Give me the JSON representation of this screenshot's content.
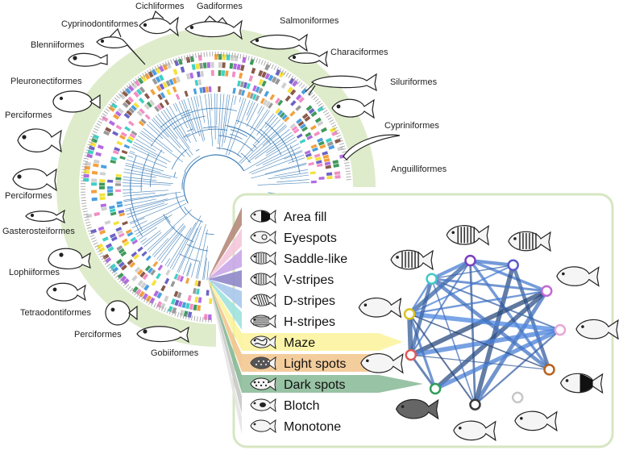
{
  "orders": [
    "Cichliformes",
    "Gadiformes",
    "Salmoniformes",
    "Cyprinodontiformes",
    "Blenniiformes",
    "Characiformes",
    "Pleuronectiformes",
    "Siluriformes",
    "Perciformes",
    "Cypriniformes",
    "Anguilliformes",
    "Perciformes",
    "Gasterosteiformes",
    "Lophiiformes",
    "Tetraodontiformes",
    "Perciformes",
    "Gobiiformes"
  ],
  "patterns": [
    {
      "label": "Area fill",
      "color": "#b58a7a"
    },
    {
      "label": "Eyespots",
      "color": "#f4c6dc"
    },
    {
      "label": "Saddle-like",
      "color": "#c9a6e8"
    },
    {
      "label": "V-stripes",
      "color": "#8f88c9"
    },
    {
      "label": "D-stripes",
      "color": "#a9c8ec"
    },
    {
      "label": "H-stripes",
      "color": "#9fe2dd"
    },
    {
      "label": "Maze",
      "color": "#fbf39a"
    },
    {
      "label": "Light spots",
      "color": "#f2c48c"
    },
    {
      "label": "Dark spots",
      "color": "#86b894"
    },
    {
      "label": "Blotch",
      "color": "#c8c8c8"
    },
    {
      "label": "Monotone",
      "color": "#e4e4e4"
    }
  ],
  "network_node_colors": [
    "#7b3fbf",
    "#5b58c9",
    "#c26ad6",
    "#e8a6d6",
    "#b8611e",
    "#c7c7c7",
    "#3a3a3a",
    "#2f9e5a",
    "#e05a5a",
    "#d9c21e",
    "#43c9c4"
  ],
  "colors": {
    "ring_green": "#dfeccb",
    "tree_blue": "#3f7fb8",
    "panel_border": "#d6e6c2"
  }
}
